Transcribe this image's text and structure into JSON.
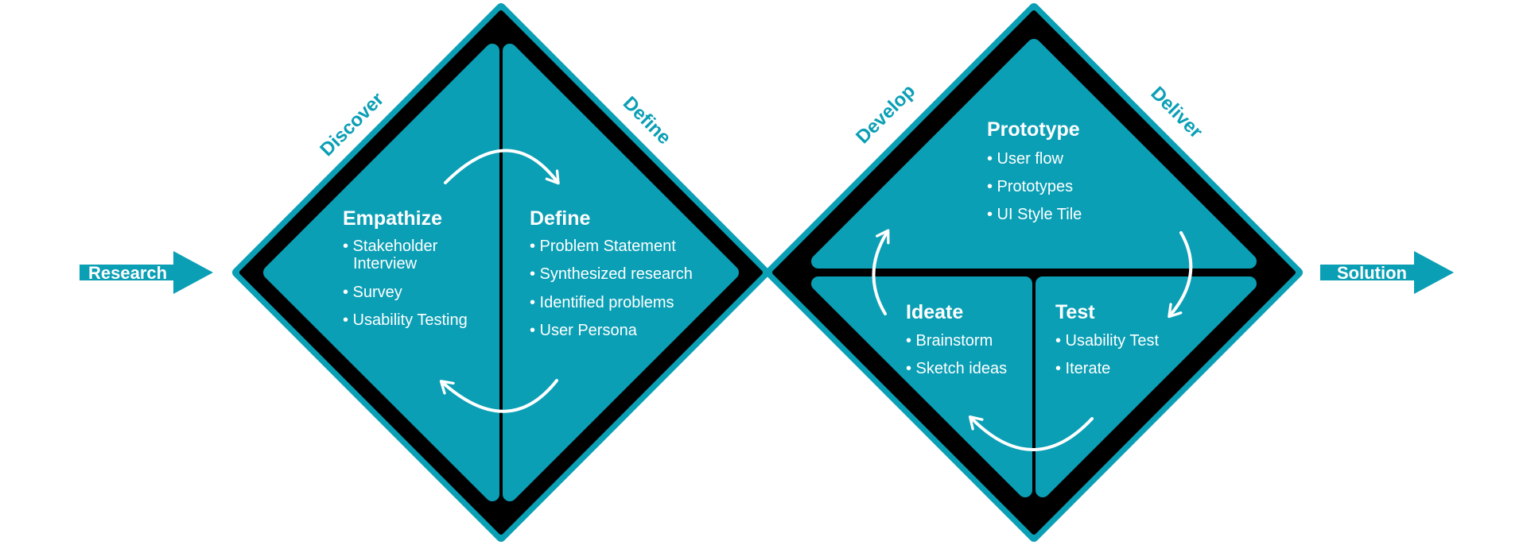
{
  "colors": {
    "accent": "#0a9fb5",
    "frame": "#000000",
    "text_on_accent": "#ffffff"
  },
  "entry_arrow": {
    "label": "Research"
  },
  "exit_arrow": {
    "label": "Solution"
  },
  "phases": {
    "discover": "Discover",
    "define": "Define",
    "develop": "Develop",
    "deliver": "Deliver"
  },
  "empathize": {
    "title": "Empathize",
    "items": [
      "• Stakeholder",
      "Interview",
      "• Survey",
      "• Usability Testing"
    ]
  },
  "define": {
    "title": "Define",
    "items": [
      "• Problem Statement",
      "• Synthesized research",
      "• Identified problems",
      "• User Persona"
    ]
  },
  "prototype": {
    "title": "Prototype",
    "items": [
      "• User flow",
      "• Prototypes",
      "• UI Style Tile"
    ]
  },
  "ideate": {
    "title": "Ideate",
    "items": [
      "• Brainstorm",
      "• Sketch ideas"
    ]
  },
  "test": {
    "title": "Test",
    "items": [
      "• Usability Test",
      "• Iterate"
    ]
  },
  "icons": [
    "cycle-arrow-icon",
    "arrow-right-icon"
  ]
}
